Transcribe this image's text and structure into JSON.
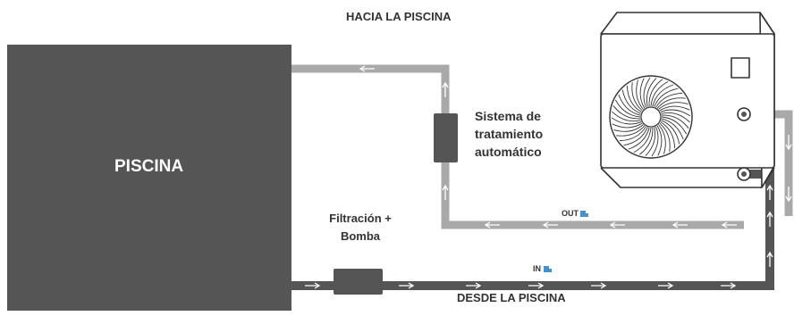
{
  "labels": {
    "top": "HACIA LA PISCINA",
    "bottom": "DESDE LA PISCINA",
    "pool": "PISCINA",
    "treatment": [
      "Sistema de",
      "tratamiento",
      "automático"
    ],
    "filtration": [
      "Filtración +",
      "Bomba"
    ],
    "out": "OUT",
    "in": "IN"
  },
  "colors": {
    "pool": "#555555",
    "return_pipe": "#a9a9a9",
    "supply_pipe": "#555555",
    "arrow": "#ffffff",
    "text": "#333333"
  },
  "icons": [
    "pool-block",
    "treatment-unit",
    "filter-pump-unit",
    "heat-pump-unit",
    "fan-grille-icon",
    "arrow-icon"
  ]
}
